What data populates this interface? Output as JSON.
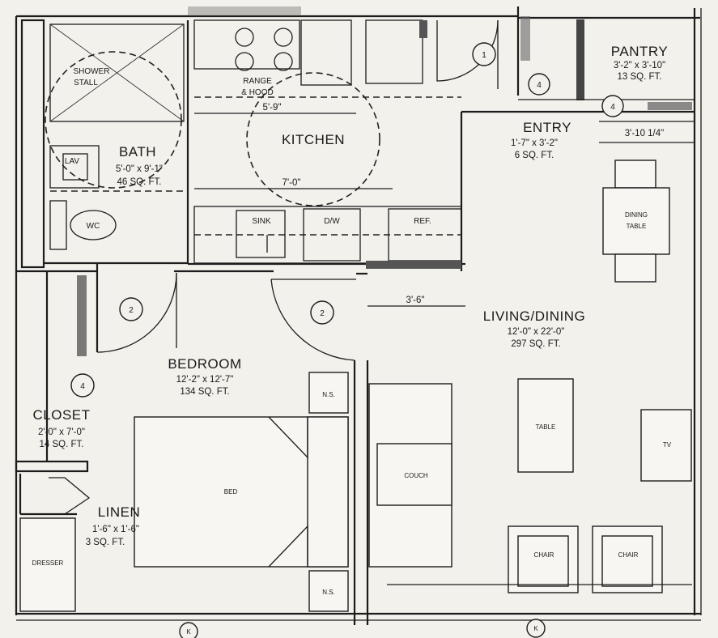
{
  "rooms": {
    "pantry": {
      "name": "PANTRY",
      "dims": "3'-2\" x 3'-10\"",
      "area": "13 SQ. FT."
    },
    "entry": {
      "name": "ENTRY",
      "dims": "1'-7\" x 3'-2\"",
      "area": "6 SQ. FT."
    },
    "kitchen": {
      "name": "KITCHEN"
    },
    "bath": {
      "name": "BATH",
      "dims": "5'-0\" x 9'-1\"",
      "area": "46 SQ. FT."
    },
    "bedroom": {
      "name": "BEDROOM",
      "dims": "12'-2\" x 12'-7\"",
      "area": "134 SQ. FT."
    },
    "living": {
      "name": "LIVING/DINING",
      "dims": "12'-0\" x 22'-0\"",
      "area": "297 SQ. FT."
    },
    "closet": {
      "name": "CLOSET",
      "dims": "2'-0\" x 7'-0\"",
      "area": "14 SQ. FT."
    },
    "linen": {
      "name": "LINEN",
      "dims": "1'-6\" x 1'-6\"",
      "area": "3 SQ. FT."
    }
  },
  "fixtures": {
    "shower_line1": "SHOWER",
    "shower_line2": "STALL",
    "range_line1": "RANGE",
    "range_line2": "& HOOD",
    "lav": "LAV",
    "wc": "WC",
    "sink": "SINK",
    "dw": "D/W",
    "ref": "REF.",
    "dining_line1": "DINING",
    "dining_line2": "TABLE",
    "table": "TABLE",
    "tv": "TV",
    "couch": "COUCH",
    "bed": "BED",
    "ns_top": "N.S.",
    "ns_bottom": "N.S.",
    "chair_left": "CHAIR",
    "chair_right": "CHAIR",
    "dresser": "DRESSER"
  },
  "dimensions": {
    "range_width": "5'-9\"",
    "kitchen_width": "7'-0\"",
    "entry_width": "3'-6\"",
    "pantry_width": "3'-10 1/4\""
  },
  "tags": {
    "t1": "1",
    "t2a": "2",
    "t2b": "2",
    "t4_entry": "4",
    "t4_pantry": "4",
    "t4_closet": "4",
    "grid_left": "K",
    "grid_right": "K"
  }
}
